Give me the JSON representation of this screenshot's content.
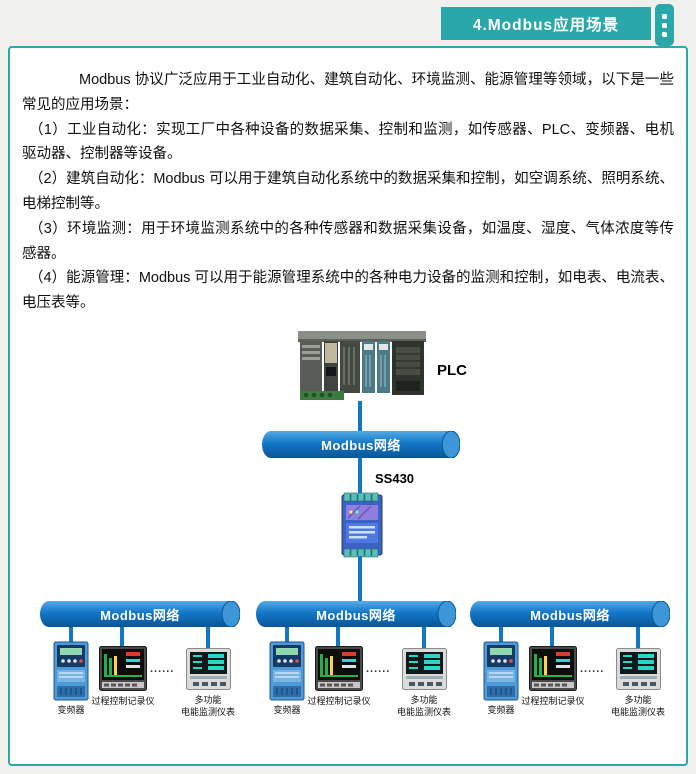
{
  "header": {
    "tab_label": "4.Modbus应用场景"
  },
  "colors": {
    "accent_teal": "#2aa7a9",
    "bus_blue": "#1377c8"
  },
  "paragraphs": {
    "intro": "Modbus 协议广泛应用于工业自动化、建筑自动化、环境监测、能源管理等领域，以下是一些常见的应用场景：",
    "item1": "（1）工业自动化：实现工厂中各种设备的数据采集、控制和监测，如传感器、PLC、变频器、电机驱动器、控制器等设备。",
    "item2": "（2）建筑自动化：Modbus 可以用于建筑自动化系统中的数据采集和控制，如空调系统、照明系统、电梯控制等。",
    "item3": "（3）环境监测：用于环境监测系统中的各种传感器和数据采集设备，如温度、湿度、气体浓度等传感器。",
    "item4": "（4）能源管理：Modbus 可以用于能源管理系统中的各种电力设备的监测和控制，如电表、电流表、电压表等。"
  },
  "diagram": {
    "plc_label": "PLC",
    "gateway_label": "SS430",
    "network_label": "Modbus网络",
    "dots": "......",
    "device_labels": {
      "vfd": "变频器",
      "recorder": "过程控制记录仪",
      "meter_line1": "多功能",
      "meter_line2": "电能监测仪表"
    }
  }
}
